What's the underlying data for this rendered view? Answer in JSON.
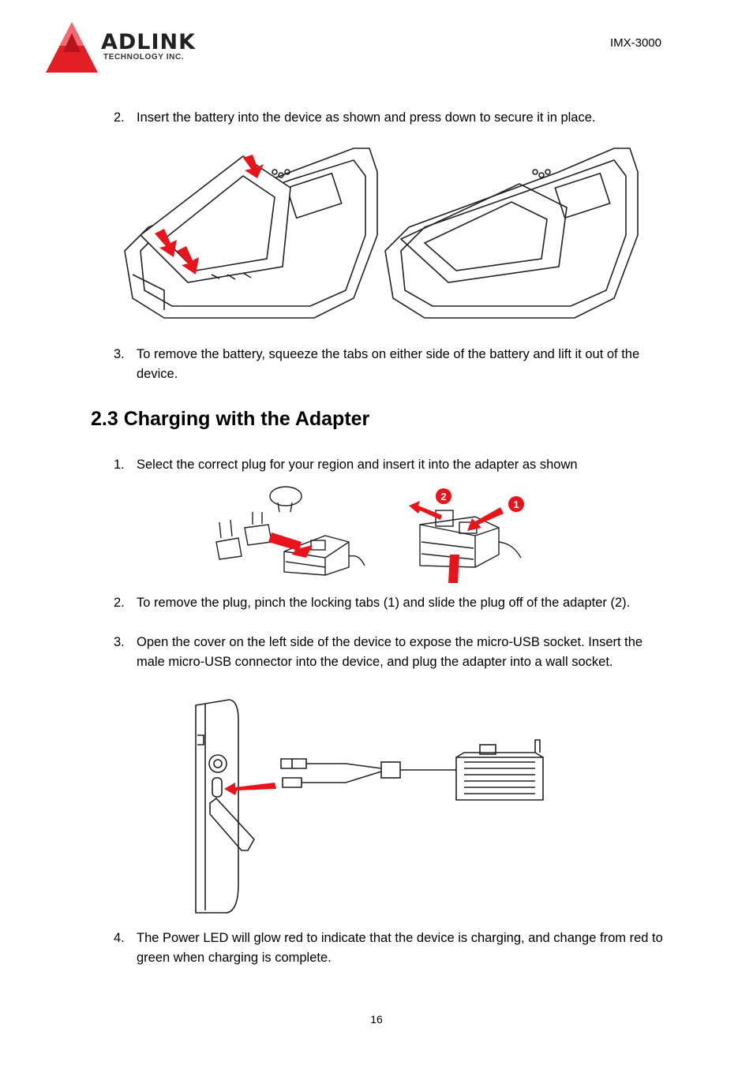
{
  "header": {
    "logo_text": "ADLINK",
    "logo_subtext": "TECHNOLOGY INC.",
    "doc_title": "IMX-3000"
  },
  "steps_battery": [
    {
      "num": "2.",
      "text": "Insert the battery into the device as shown and press down to secure it in place."
    },
    {
      "num": "3.",
      "text": "To remove the battery, squeeze the tabs on either side of the battery and lift it out of the device."
    }
  ],
  "section": {
    "title": "2.3 Charging with the Adapter"
  },
  "steps_charging": [
    {
      "num": "1.",
      "text": "Select the correct plug for your region and insert it into the adapter as shown"
    },
    {
      "num": "2.",
      "text": "To remove the plug, pinch the locking tabs (1) and slide the plug off of the adapter (2)."
    },
    {
      "num": "3.",
      "text": "Open the cover on the left side of the device to expose the micro-USB socket. Insert the male micro-USB connector into the device, and plug the adapter into a wall socket."
    },
    {
      "num": "4.",
      "text": "The Power LED will glow red to indicate that the device is charging, and change from red to green when charging is complete."
    }
  ],
  "figure_callouts": {
    "tabs": "1",
    "slide": "2"
  },
  "colors": {
    "arrow_red": "#e8141c",
    "logo_red": "#e31e24"
  },
  "footer": {
    "page_number": "16"
  }
}
